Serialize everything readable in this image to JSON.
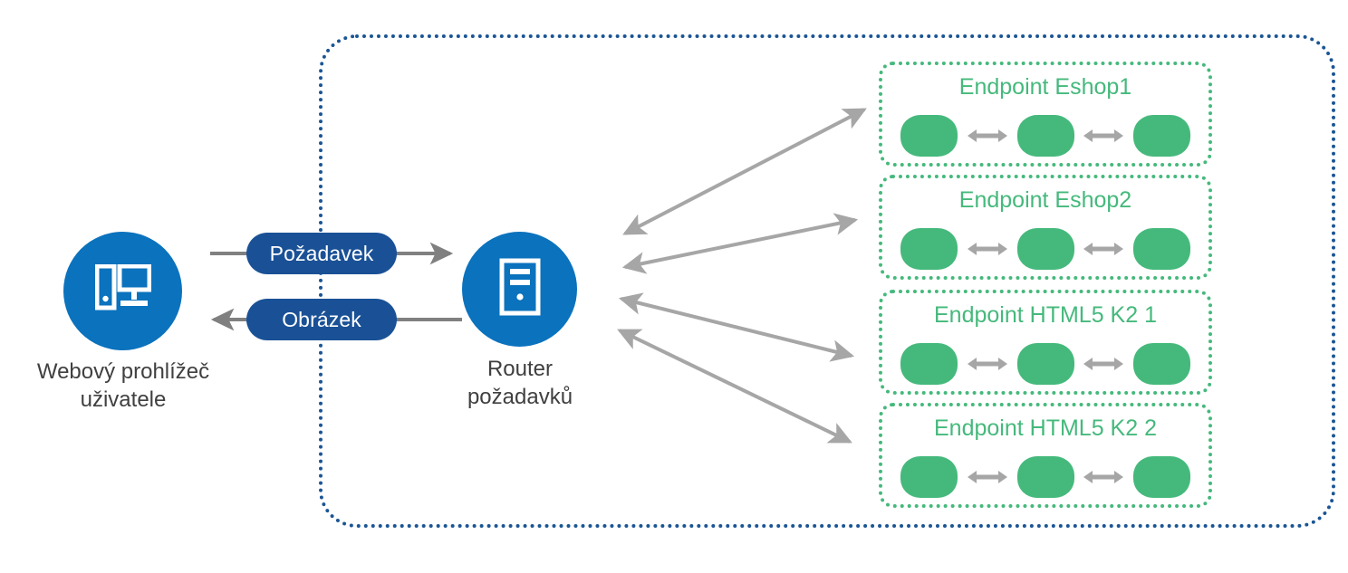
{
  "diagram": {
    "title": "",
    "colors": {
      "node_blue": "#0b72bd",
      "pill_blue": "#1a5196",
      "zone_border_blue": "#1b5594",
      "endpoint_green": "#45b97c",
      "arrow_gray": "#a6a6a6",
      "label_text": "#404040"
    }
  },
  "left": {
    "browser": {
      "icon": "desktop-computer-icon",
      "label": "Webový prohlížeč\nuživatele"
    }
  },
  "center": {
    "router": {
      "icon": "server-tower-icon",
      "label": "Router\npožadavků"
    },
    "pills": [
      {
        "label": "Požadavek",
        "direction": "right"
      },
      {
        "label": "Obrázek",
        "direction": "left"
      }
    ]
  },
  "endpoints": [
    {
      "title": "Endpoint Eshop1",
      "nodes": [
        "node-a",
        "node-b",
        "node-c"
      ],
      "connectors": [
        "bidirectional-arrow",
        "bidirectional-arrow"
      ]
    },
    {
      "title": "Endpoint Eshop2",
      "nodes": [
        "node-a",
        "node-b",
        "node-c"
      ],
      "connectors": [
        "bidirectional-arrow",
        "bidirectional-arrow"
      ]
    },
    {
      "title": "Endpoint HTML5 K2 1",
      "nodes": [
        "node-a",
        "node-b",
        "node-c"
      ],
      "connectors": [
        "bidirectional-arrow",
        "bidirectional-arrow"
      ]
    },
    {
      "title": "Endpoint HTML5 K2 2",
      "nodes": [
        "node-a",
        "node-b",
        "node-c"
      ],
      "connectors": [
        "bidirectional-arrow",
        "bidirectional-arrow"
      ]
    }
  ],
  "routing_arrows": [
    {
      "from": "Router požadavků",
      "to": "Endpoint Eshop1",
      "style": "bidirectional"
    },
    {
      "from": "Router požadavků",
      "to": "Endpoint Eshop2",
      "style": "bidirectional"
    },
    {
      "from": "Router požadavků",
      "to": "Endpoint HTML5 K2 1",
      "style": "bidirectional"
    },
    {
      "from": "Router požadavků",
      "to": "Endpoint HTML5 K2 2",
      "style": "bidirectional"
    }
  ]
}
